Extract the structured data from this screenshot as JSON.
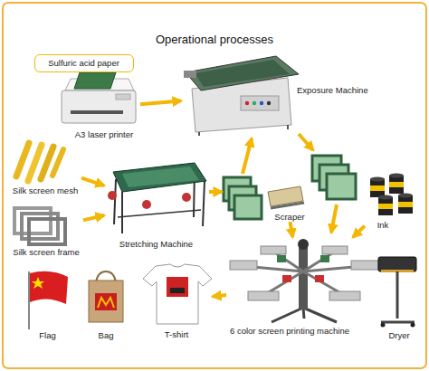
{
  "diagram": {
    "title": "Operational processes",
    "nodes": [
      {
        "text": [
          "Sulfuric acid paper"
        ]
      },
      {
        "text": [
          "A3 laser printer"
        ]
      },
      {
        "text": [
          "Exposure Machine"
        ]
      },
      {
        "text": [
          "Silk screen mesh"
        ]
      },
      {
        "text": [
          "Silk screen frame"
        ]
      },
      {
        "text": [
          "Stretching Machine"
        ]
      },
      {
        "text": [
          "Scraper"
        ]
      },
      {
        "text": [
          "Ink"
        ]
      },
      {
        "text": [
          "6 color screen printing machine"
        ]
      },
      {
        "text": [
          "Dryer"
        ]
      },
      {
        "text": [
          "Flag"
        ]
      },
      {
        "text": [
          "Bag"
        ]
      },
      {
        "text": [
          "T-shirt"
        ]
      }
    ],
    "edges": [
      {
        "from": 1,
        "to": 2,
        "arrow": "to"
      },
      {
        "from": 3,
        "to": 5,
        "arrow": "to"
      },
      {
        "from": 4,
        "to": 5,
        "arrow": "to"
      },
      {
        "from": 6,
        "to": 8,
        "arrow": "to"
      },
      {
        "from": 7,
        "to": 8,
        "arrow": "to"
      },
      {
        "from": 8,
        "to": 12,
        "arrow": "to"
      }
    ]
  }
}
